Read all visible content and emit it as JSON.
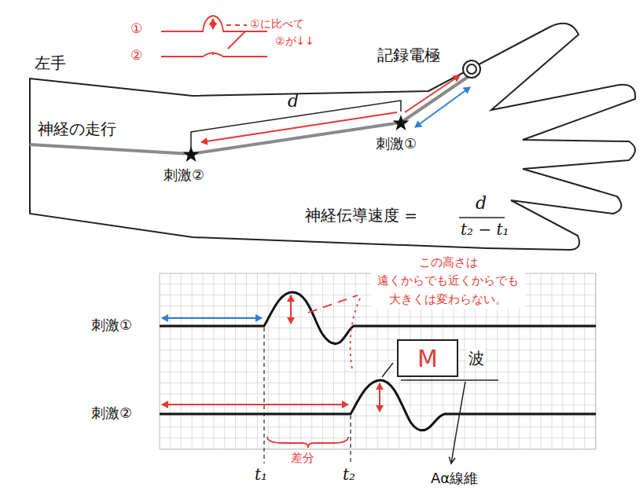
{
  "diagram": {
    "nodes": [
      {
        "text": [
          "M"
        ]
      }
    ],
    "labels": [
      "①",
      "①に比べて",
      "②が↓↓",
      "②",
      "左手",
      "記録電極",
      "d",
      "神経の走行",
      "刺激①",
      "刺激②",
      "神経伝導速度 =",
      "d",
      "t₂ − t₁",
      "この高さは 遠くからでも近くからでも 大きくは変わらない。",
      "刺激①",
      "刺激②",
      "波",
      "t₁",
      "差分",
      "t₂",
      "Aα線維"
    ]
  }
}
